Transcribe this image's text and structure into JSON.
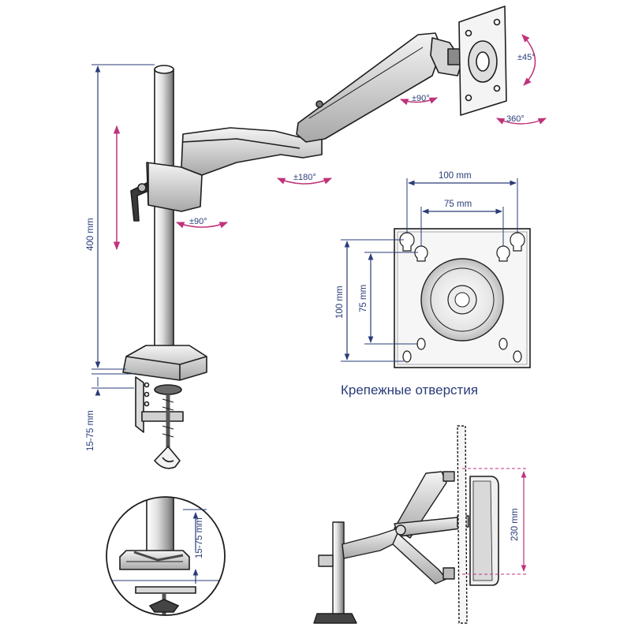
{
  "rotation": {
    "tilt": "±45°",
    "swivel_head": "±90°",
    "rotate": "360°",
    "arm_joint": "±180°",
    "base_joint": "±90°"
  },
  "pole": {
    "height": "400 mm"
  },
  "clamp": {
    "range": "15-75 mm",
    "detail_range": "15-75 mm"
  },
  "vesa": {
    "outer_width": "100 mm",
    "inner_width": "75 mm",
    "outer_height": "100 mm",
    "inner_height": "75 mm",
    "caption": "Крепежные отверстия"
  },
  "gas_spring": {
    "travel": "230 mm"
  },
  "colors": {
    "line": "#1e1e1e",
    "dimension": "#2a3c78",
    "arrow": "#c0327a"
  }
}
